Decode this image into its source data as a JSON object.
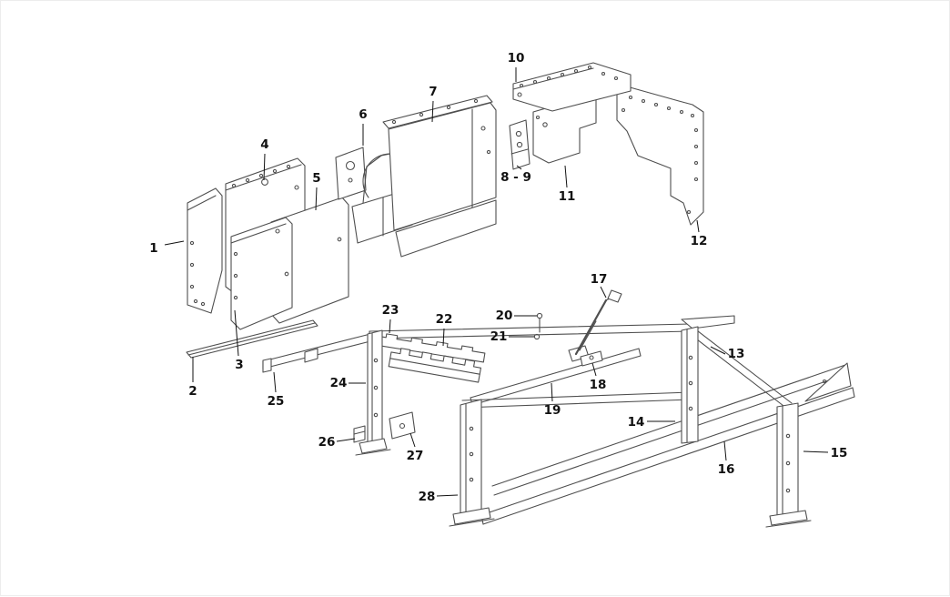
{
  "page": {
    "background": "#ffffff",
    "stroke_color": "#4f4f4f",
    "label_color": "#111111"
  },
  "diagram": {
    "labels": [
      {
        "id": "part-1",
        "text": "1"
      },
      {
        "id": "part-2",
        "text": "2"
      },
      {
        "id": "part-3",
        "text": "3"
      },
      {
        "id": "part-4",
        "text": "4"
      },
      {
        "id": "part-5",
        "text": "5"
      },
      {
        "id": "part-6",
        "text": "6"
      },
      {
        "id": "part-7",
        "text": "7"
      },
      {
        "id": "part-8-9",
        "text": "8 - 9"
      },
      {
        "id": "part-10",
        "text": "10"
      },
      {
        "id": "part-11",
        "text": "11"
      },
      {
        "id": "part-12",
        "text": "12"
      },
      {
        "id": "part-13",
        "text": "13"
      },
      {
        "id": "part-14",
        "text": "14"
      },
      {
        "id": "part-15",
        "text": "15"
      },
      {
        "id": "part-16",
        "text": "16"
      },
      {
        "id": "part-17",
        "text": "17"
      },
      {
        "id": "part-18",
        "text": "18"
      },
      {
        "id": "part-19",
        "text": "19"
      },
      {
        "id": "part-20",
        "text": "20"
      },
      {
        "id": "part-21",
        "text": "21"
      },
      {
        "id": "part-22",
        "text": "22"
      },
      {
        "id": "part-23",
        "text": "23"
      },
      {
        "id": "part-24",
        "text": "24"
      },
      {
        "id": "part-25",
        "text": "25"
      },
      {
        "id": "part-26",
        "text": "26"
      },
      {
        "id": "part-27",
        "text": "27"
      },
      {
        "id": "part-28",
        "text": "28"
      }
    ]
  }
}
